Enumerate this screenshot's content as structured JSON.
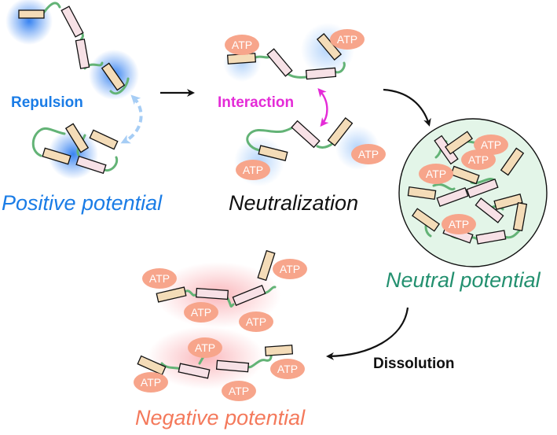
{
  "labels": {
    "repulsion": "Repulsion",
    "positive_potential": "Positive potential",
    "interaction": "Interaction",
    "neutralization": "Neutralization",
    "neutral_potential": "Neutral potential",
    "dissolution": "Dissolution",
    "negative_potential": "Negative potential"
  },
  "atp_label": "ATP",
  "colors": {
    "positive": "#1a7ce6",
    "interaction": "#e42bd7",
    "neutral": "#23906f",
    "negative": "#f4795b",
    "text": "#111111",
    "atp": "#f7a58b",
    "linker": "#63b376",
    "rect_tan": "#f4dcb8",
    "rect_pink": "#f7e1e6",
    "droplet_fill": "#e3f5e8",
    "blue_glow": "#2e7df0",
    "red_glow": "#f5606a",
    "repulsion_arrow": "#a6cdf5"
  }
}
